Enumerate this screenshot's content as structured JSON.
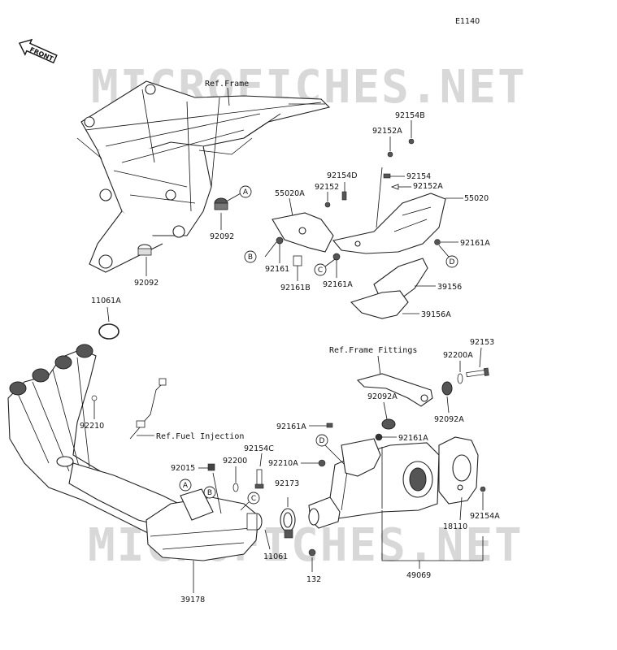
{
  "diagram_code": "E1140",
  "front_badge": "FRONT",
  "watermark": "MICROFICHES.NET",
  "refs": {
    "frame": "Ref.Frame",
    "frame_fittings": "Ref.Frame Fittings",
    "fuel_injection": "Ref.Fuel Injection"
  },
  "callouts": [
    "A",
    "B",
    "C",
    "D"
  ],
  "parts": {
    "p92092_a": "92092",
    "p92092_b": "92092",
    "p55020a": "55020A",
    "p92154d": "92154D",
    "p92152": "92152",
    "p92154b": "92154B",
    "p92152a_top": "92152A",
    "p92154": "92154",
    "p92152a": "92152A",
    "p55020": "55020",
    "p92161a_r": "92161A",
    "p92161": "92161",
    "p92161b": "92161B",
    "p92161a_m": "92161A",
    "p39156": "39156",
    "p39156a": "39156A",
    "p11061a": "11061A",
    "p92210": "92210",
    "p92153": "92153",
    "p92200a": "92200A",
    "p92092a_l": "92092A",
    "p92092a_r": "92092A",
    "p92161a_b1": "92161A",
    "p92161a_b2": "92161A",
    "p92154c": "92154C",
    "p92015": "92015",
    "p92200": "92200",
    "p92210a": "92210A",
    "p92173": "92173",
    "p18110": "18110",
    "p92154a": "92154A",
    "p11061": "11061",
    "p132": "132",
    "p49069": "49069",
    "p39178": "39178"
  }
}
